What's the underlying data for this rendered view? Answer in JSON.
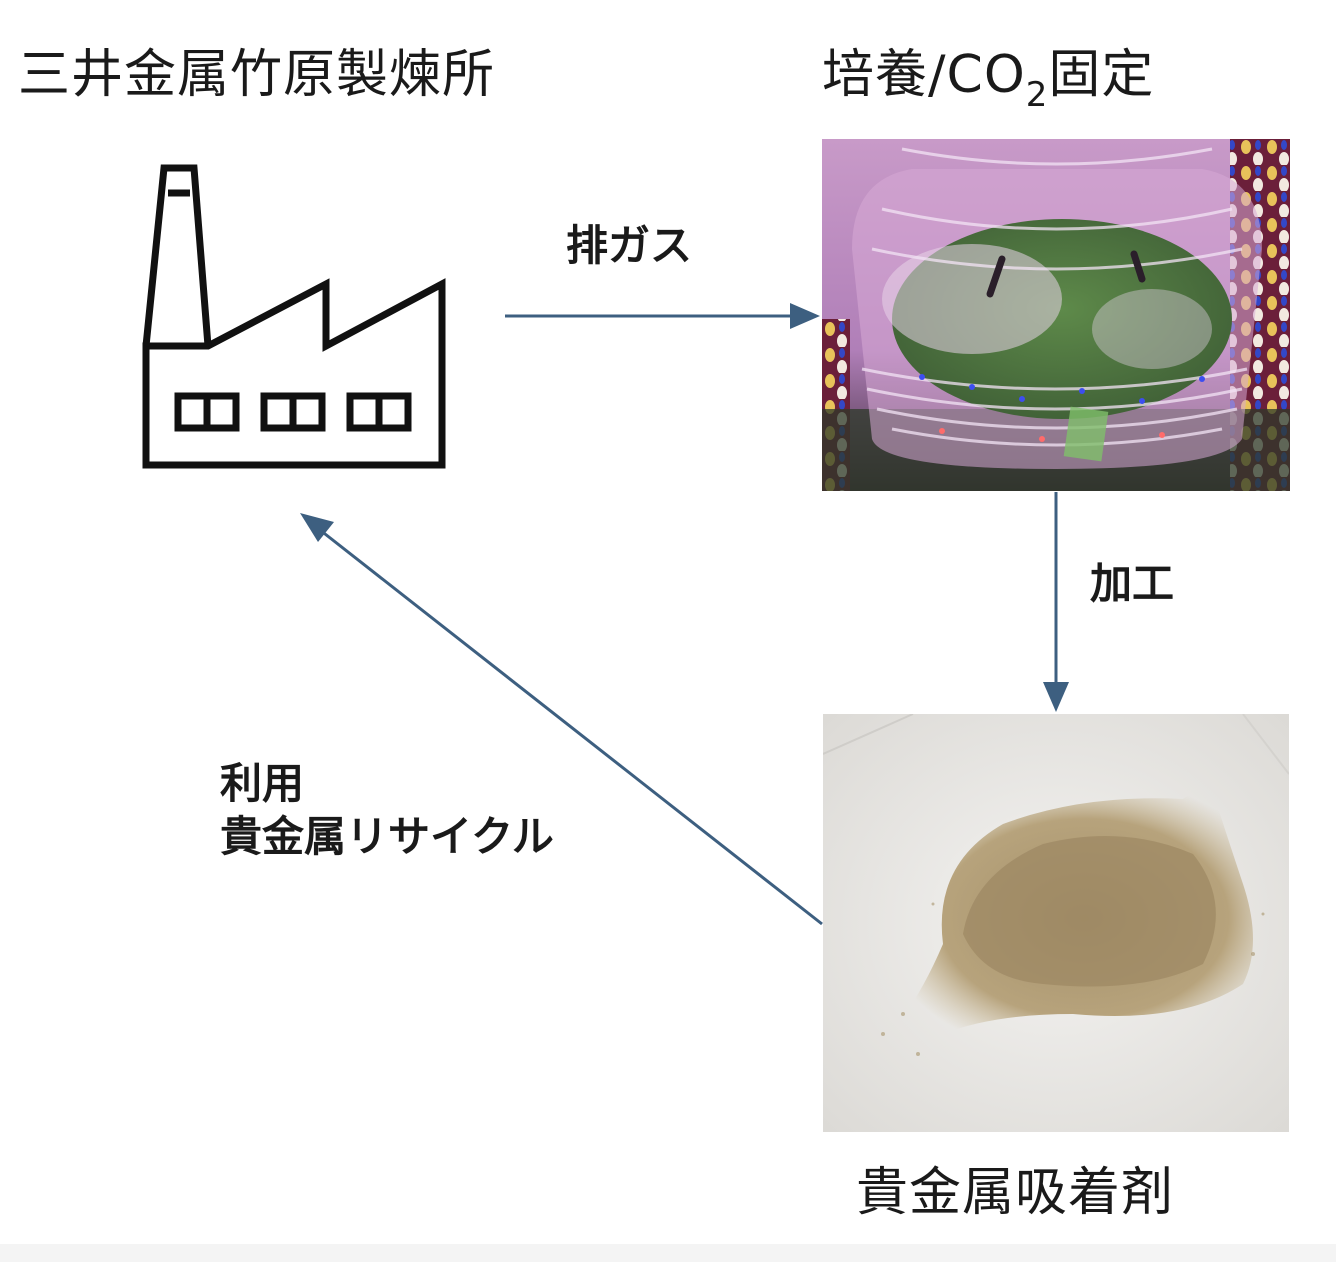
{
  "nodes": {
    "factory": {
      "title": "三井金属竹原製煉所",
      "icon": "factory-icon"
    },
    "culture": {
      "title_main": "培養/CO",
      "title_sub": "2",
      "title_end": "固定",
      "photo": "algae-culture-bottle-photo"
    },
    "adsorbent": {
      "title": "貴金属吸着剤",
      "photo": "adsorbent-powder-photo"
    }
  },
  "edges": {
    "exhaust": {
      "label": "排ガス"
    },
    "processing": {
      "label": "加工"
    },
    "recycle": {
      "label_line1": "利用",
      "label_line2": "貴金属リサイクル"
    }
  },
  "colors": {
    "arrow": "#3d5f80",
    "text": "#1a1a1a"
  }
}
